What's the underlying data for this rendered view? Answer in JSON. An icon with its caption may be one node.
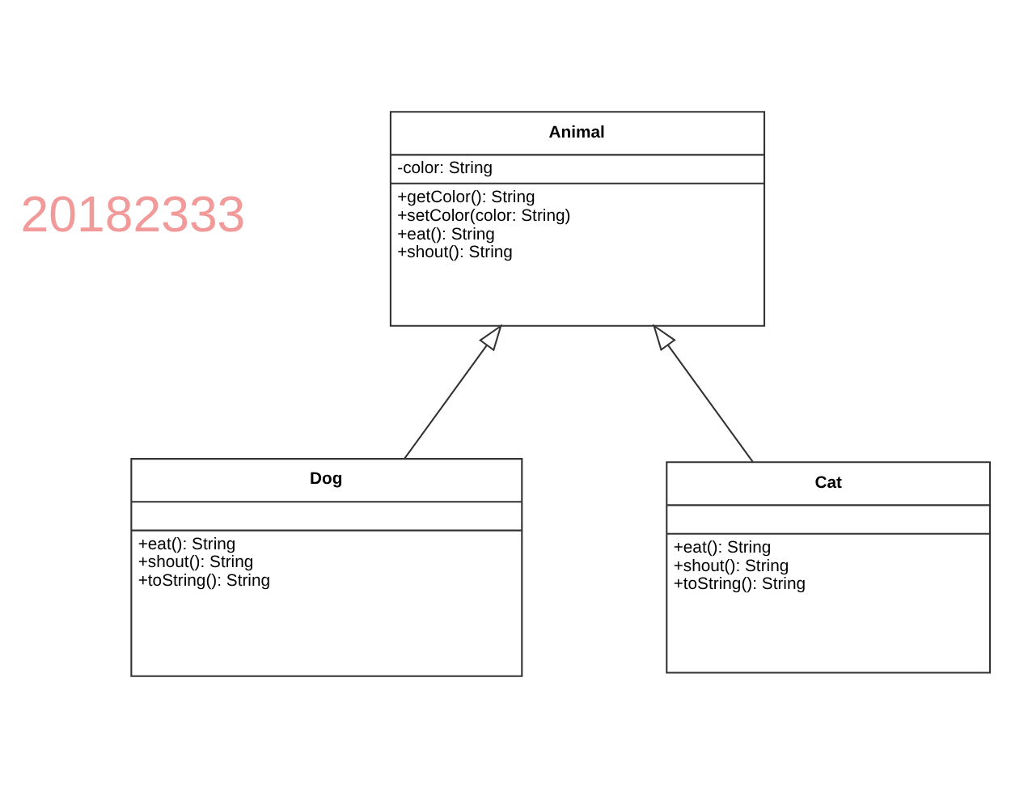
{
  "diagram": {
    "nodes": [
      {
        "text": [
          "Animal",
          "-color: String",
          "+getColor(): String",
          "+setColor(color: String)",
          "+eat(): String",
          "+shout(): String"
        ]
      },
      {
        "text": [
          "Dog",
          "+eat(): String",
          "+shout(): String",
          "+toString(): String"
        ]
      },
      {
        "text": [
          "Cat",
          "+eat(): String",
          "+shout(): String",
          "+toString(): String"
        ]
      }
    ],
    "edges": [
      {
        "from": 1,
        "to": 0,
        "arrow": "to"
      },
      {
        "from": 2,
        "to": 0,
        "arrow": "to"
      }
    ],
    "labels": [
      "20182333"
    ]
  }
}
